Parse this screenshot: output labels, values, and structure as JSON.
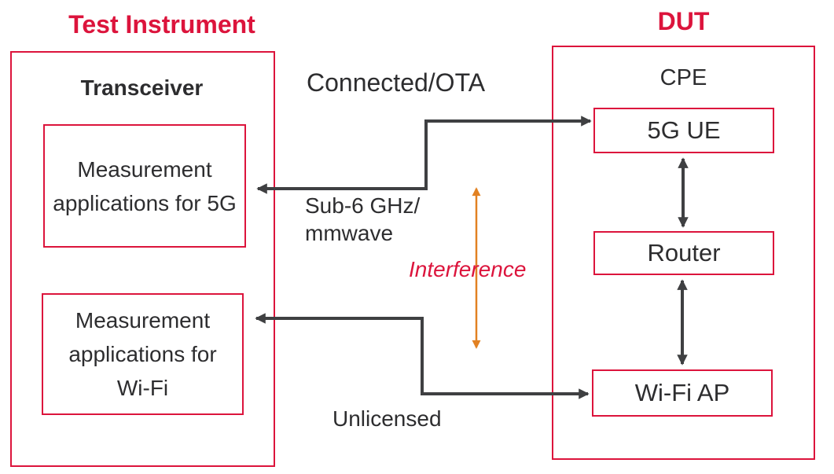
{
  "colors": {
    "red": "#DC143C",
    "orange": "#E28122",
    "arrow": "#3F4042",
    "text": "#2D2D2F",
    "background": "#FFFFFF"
  },
  "test_instrument": {
    "title": "Test Instrument",
    "subtitle": "Transceiver",
    "boxes": [
      {
        "label": "Measurement applications for 5G"
      },
      {
        "label": "Measurement applications for Wi-Fi"
      }
    ]
  },
  "dut": {
    "title": "DUT",
    "subtitle": "CPE",
    "boxes": [
      {
        "label": "5G UE"
      },
      {
        "label": "Router"
      },
      {
        "label": "Wi-Fi AP"
      }
    ]
  },
  "connections": {
    "mode_label": "Connected/OTA",
    "link_5g": {
      "label_line1": "Sub-6 GHz/",
      "label_line2": "mmwave"
    },
    "interference_label": "Interference",
    "link_wifi_label": "Unlicensed",
    "arrows": [
      {
        "name": "transceiver-5gue-link",
        "direction": "bidirectional"
      },
      {
        "name": "transceiver-wifiap-link",
        "direction": "bidirectional"
      },
      {
        "name": "5gue-router-link",
        "direction": "bidirectional"
      },
      {
        "name": "router-wifiap-link",
        "direction": "bidirectional"
      },
      {
        "name": "interference-arrow",
        "direction": "bidirectional"
      }
    ]
  }
}
